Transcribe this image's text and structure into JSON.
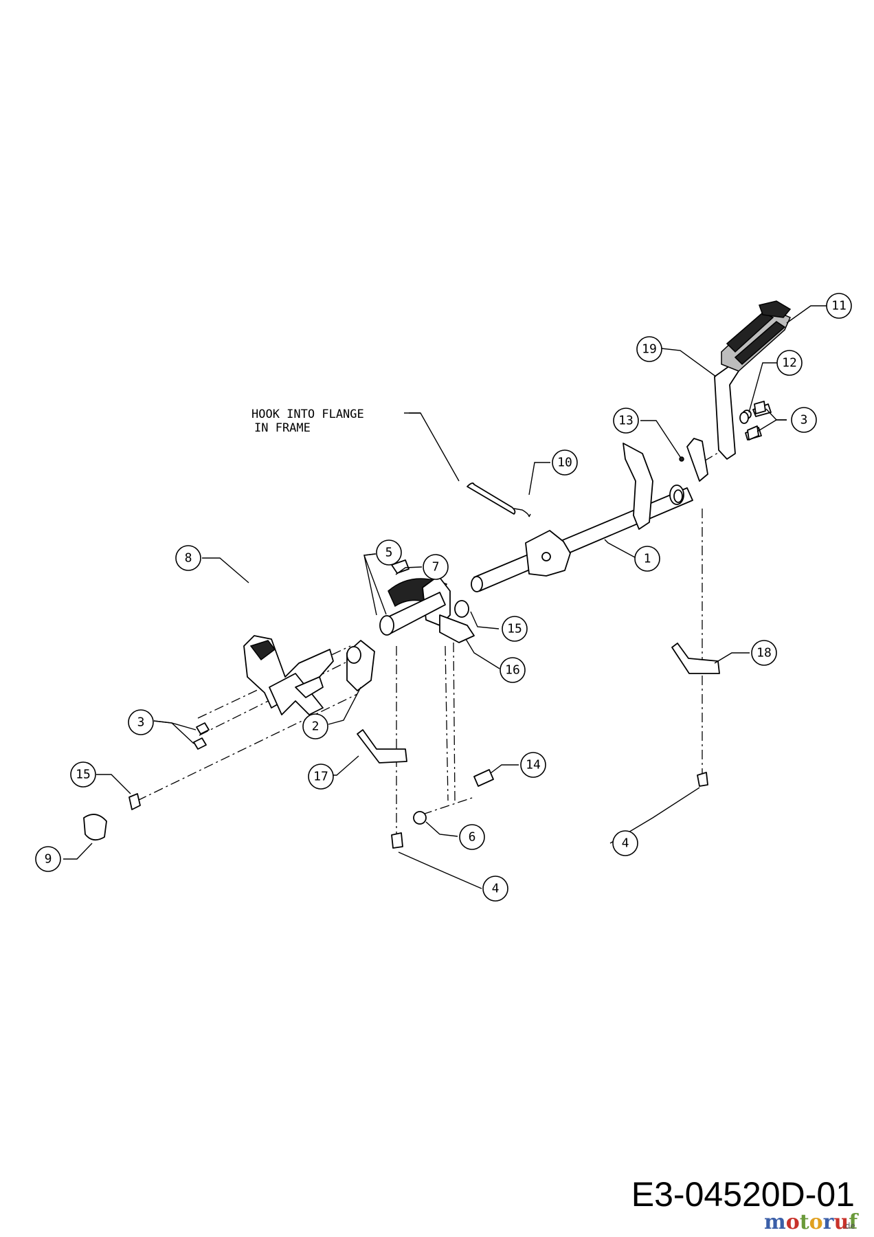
{
  "diagram": {
    "note_line1": "HOOK INTO FLANGE",
    "note_line2": "IN FRAME",
    "drawing_code": "E3-04520D-01",
    "watermark": {
      "main": "motoruf",
      "suffix": ".de",
      "colors": [
        "#3b5fa8",
        "#c8322b",
        "#6a9a3a",
        "#e0a020",
        "#3b5fa8",
        "#c8322b",
        "#6a9a3a"
      ]
    },
    "callouts": [
      {
        "label": "1"
      },
      {
        "label": "2"
      },
      {
        "label": "3"
      },
      {
        "label": "3"
      },
      {
        "label": "4"
      },
      {
        "label": "4"
      },
      {
        "label": "5"
      },
      {
        "label": "6"
      },
      {
        "label": "7"
      },
      {
        "label": "8"
      },
      {
        "label": "9"
      },
      {
        "label": "10"
      },
      {
        "label": "11"
      },
      {
        "label": "12"
      },
      {
        "label": "13"
      },
      {
        "label": "14"
      },
      {
        "label": "15"
      },
      {
        "label": "15"
      },
      {
        "label": "16"
      },
      {
        "label": "17"
      },
      {
        "label": "18"
      },
      {
        "label": "19"
      }
    ]
  }
}
